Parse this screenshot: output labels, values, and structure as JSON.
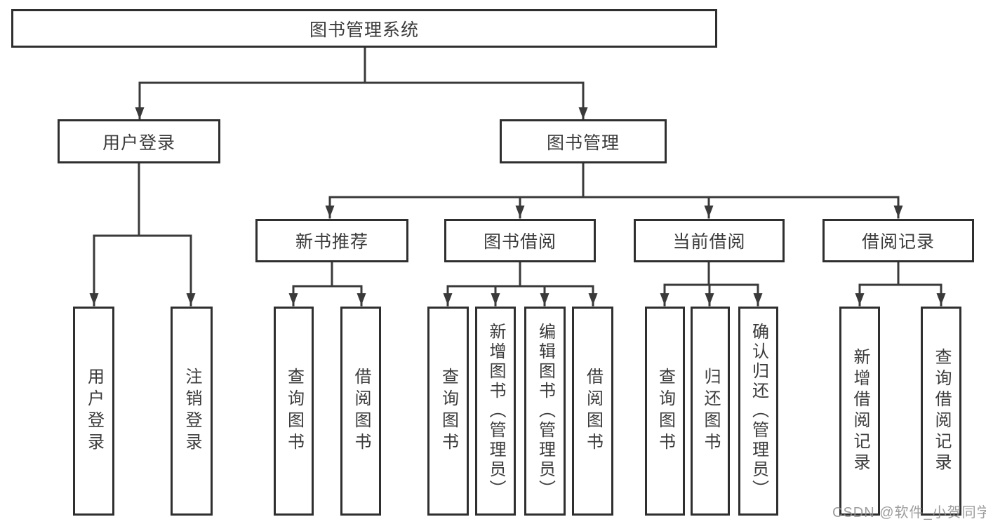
{
  "colors": {
    "line": "#3a3a3a",
    "box_border": "#2f2f2f",
    "text": "#3b3b3b",
    "watermark": "#8c8c8c",
    "background": "#ffffff"
  },
  "tree": {
    "root": {
      "label": "图书管理系统"
    },
    "level2": [
      {
        "label": "用户登录"
      },
      {
        "label": "图书管理"
      }
    ],
    "level3": [
      {
        "label": "新书推荐",
        "parent": "图书管理"
      },
      {
        "label": "图书借阅",
        "parent": "图书管理"
      },
      {
        "label": "当前借阅",
        "parent": "图书管理"
      },
      {
        "label": "借阅记录",
        "parent": "图书管理"
      }
    ],
    "leaves": [
      {
        "label": "用户登录",
        "parent": "用户登录"
      },
      {
        "label": "注销登录",
        "parent": "用户登录"
      },
      {
        "label": "查询图书",
        "parent": "新书推荐"
      },
      {
        "label": "借阅图书",
        "parent": "新书推荐"
      },
      {
        "label": "查询图书",
        "parent": "图书借阅"
      },
      {
        "label": "新增图书（管理员）",
        "parent": "图书借阅"
      },
      {
        "label": "编辑图书（管理员）",
        "parent": "图书借阅"
      },
      {
        "label": "借阅图书",
        "parent": "图书借阅"
      },
      {
        "label": "查询图书",
        "parent": "当前借阅"
      },
      {
        "label": "归还图书",
        "parent": "当前借阅"
      },
      {
        "label": "确认归还（管理员）",
        "parent": "当前借阅"
      },
      {
        "label": "新增借阅记录",
        "parent": "借阅记录"
      },
      {
        "label": "查询借阅记录",
        "parent": "借阅记录"
      }
    ]
  },
  "watermark": {
    "text": "CSDN @软件_小贺同学"
  }
}
